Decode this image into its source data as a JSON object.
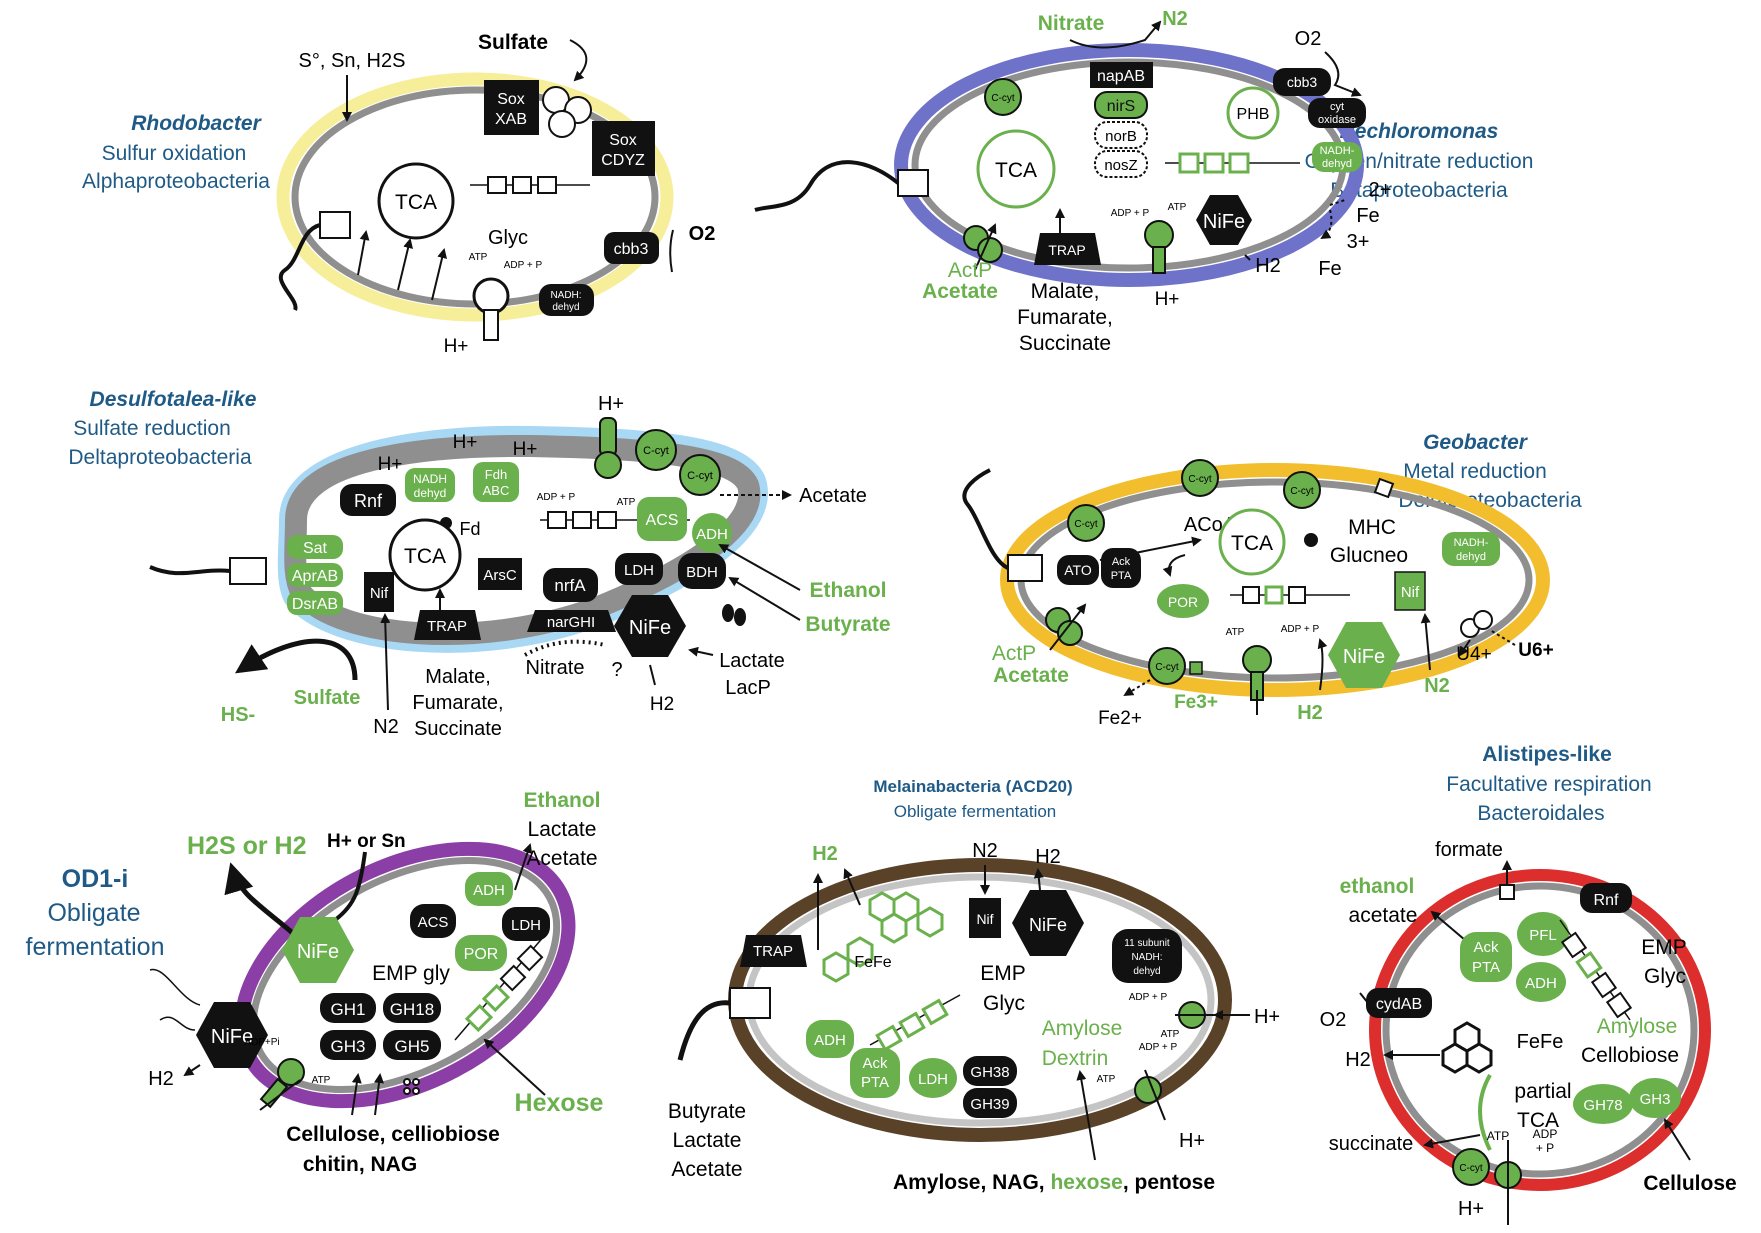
{
  "colors": {
    "title_blue": "#1f5a86",
    "green": "#6ab04c",
    "dark": "#111111",
    "rhodo_outer": "#f7ee9a",
    "dechloro_outer": "#6f72c9",
    "desulfo_outer": "#a9d8f4",
    "geo_outer": "#f3be2e",
    "od1_outer": "#8b3fa6",
    "melaina_outer": "#5a4228",
    "alistipes_outer": "#dd2e2e",
    "inner_gray": "#8f8f8f"
  },
  "panels": {
    "rhodobacter": {
      "name": "Rhodobacter",
      "line1": "Sulfur oxidation",
      "line2": "Alphaproteobacteria",
      "sulfate": "Sulfate",
      "sulfur": "S°, Sn, H2S",
      "sox1a": "Sox",
      "sox1b": "XAB",
      "sox2a": "Sox",
      "sox2b": "CDYZ",
      "tca": "TCA",
      "glyc": "Glyc",
      "cbb3": "cbb3",
      "o2": "O2",
      "nadh1": "NADH:",
      "nadh2": "dehyd",
      "atp": "ATP",
      "adp": "ADP + P",
      "h": "H+"
    },
    "dechloromonas": {
      "name": "Dechloromonas",
      "line1": "Oxygen/nitrate reduction",
      "line2": "Betaproteobacteria",
      "nitrate": "Nitrate",
      "n2": "N2",
      "napab": "napAB",
      "nirs": "nirS",
      "norb": "norB",
      "nosz": "nosZ",
      "ccyt": "C-cyt",
      "phb": "PHB",
      "cbb3": "cbb3",
      "o2": "O2",
      "cyt1": "cyt",
      "cyt2": "oxidase",
      "nadh1": "NADH-",
      "nadh2": "dehyd",
      "tca": "TCA",
      "fe2": "2+",
      "fe_a": "Fe",
      "fe3": "3+",
      "fe_b": "Fe",
      "nife": "NiFe",
      "h2": "H2",
      "trap": "TRAP",
      "adp": "ADP + P",
      "atp": "ATP",
      "actp": "ActP",
      "acetate": "Acetate",
      "malate": "Malate,",
      "fumarate": "Fumarate,",
      "succinate": "Succinate",
      "h": "H+"
    },
    "desulfotalea": {
      "name": "Desulfotalea-like",
      "line1": "Sulfate reduction",
      "line2": "Deltaproteobacteria",
      "h1": "H+",
      "h2": "H+",
      "h3": "H+",
      "hplus": "H+",
      "nadh1": "NADH",
      "nadh2": "dehyd",
      "fdh1": "Fdh",
      "fdh2": "ABC",
      "ccyt": "C-cyt",
      "rnf": "Rnf",
      "fd": "Fd",
      "tca": "TCA",
      "adp": "ADP + P",
      "atp": "ATP",
      "acs": "ACS",
      "adh": "ADH",
      "acetate": "Acetate",
      "sat": "Sat",
      "aprab": "AprAB",
      "dsrab": "DsrAB",
      "nif": "Nif",
      "arsc": "ArsC",
      "nrfa": "nrfA",
      "narghi": "narGHI",
      "ldh": "LDH",
      "bdh": "BDH",
      "ethanol": "Ethanol",
      "butyrate": "Butyrate",
      "nife": "NiFe",
      "trap": "TRAP",
      "nitrate": "Nitrate",
      "q": "?",
      "lactate": "Lactate",
      "lacp": "LacP",
      "hs": "HS-",
      "sulfate": "Sulfate",
      "n2": "N2",
      "malate": "Malate,",
      "fumarate": "Fumarate,",
      "succinate": "Succinate",
      "h2gas": "H2"
    },
    "geobacter": {
      "name": "Geobacter",
      "line1": "Metal reduction",
      "line2": "Deltaproteobacteria",
      "ccyt": "C-cyt",
      "acoa": "ACoA",
      "tca": "TCA",
      "mhc": "MHC",
      "glucneo": "Glucneo",
      "ato": "ATO",
      "ack1": "Ack",
      "ack2": "PTA",
      "por": "POR",
      "nif": "Nif",
      "nadh1": "NADH-",
      "nadh2": "dehyd",
      "atp": "ATP",
      "adp": "ADP + P",
      "nife": "NiFe",
      "actp": "ActP",
      "acetate": "Acetate",
      "fe2": "Fe2+",
      "fe3": "Fe3+",
      "h2": "H2",
      "n2": "N2",
      "u4": "U4+",
      "u6": "U6+"
    },
    "od1": {
      "name": "OD1-i",
      "line1": "Obligate",
      "line2": "fermentation",
      "h2s": "H2S or H2",
      "hsn": "H+ or Sn",
      "ethanol": "Ethanol",
      "lactate": "Lactate",
      "acetate": "Acetate",
      "acs": "ACS",
      "adh": "ADH",
      "ldh": "LDH",
      "por": "POR",
      "nife": "NiFe",
      "emp": "EMP gly",
      "gh1": "GH1",
      "gh18": "GH18",
      "gh3": "GH3",
      "gh5": "GH5",
      "adppi": "ADP+Pi",
      "atp": "ATP",
      "h2": "H2",
      "hexose": "Hexose",
      "sub1": "Cellulose, celliobiose",
      "sub2": "chitin, NAG"
    },
    "melainabacteria": {
      "name": "Melainabacteria (ACD20)",
      "line1": "Obligate fermentation",
      "h2a": "H2",
      "n2": "N2",
      "h2b": "H2",
      "nif": "Nif",
      "nife": "NiFe",
      "fefe": "FeFe",
      "trap": "TRAP",
      "emp": "EMP",
      "glyc": "Glyc",
      "sub1": "11 subunit",
      "sub2": "NADH:",
      "sub3": "dehyd",
      "adp": "ADP + P",
      "h": "H+",
      "atp": "ATP",
      "adh": "ADH",
      "ack1": "Ack",
      "ack2": "PTA",
      "ldh": "LDH",
      "gh38": "GH38",
      "gh39": "GH39",
      "amylose": "Amylose",
      "dextrin": "Dextrin",
      "butyrate": "Butyrate",
      "lactate": "Lactate",
      "acetate": "Acetate",
      "bottom_a": "Amylose, NAG, ",
      "bottom_b": "hexose",
      "bottom_c": ", pentose",
      "h2c": "H+"
    },
    "alistipes": {
      "name": "Alistipes-like",
      "line1": "Facultative respiration",
      "line2": "Bacteroidales",
      "formate": "formate",
      "ethanol": "ethanol",
      "acetate": "acetate",
      "rnf": "Rnf",
      "pfl": "PFL",
      "ack1": "Ack",
      "ack2": "PTA",
      "adh": "ADH",
      "emp": "EMP",
      "glyc": "Glyc",
      "cydab": "cydAB",
      "o2": "O2",
      "h2": "H2",
      "fefe": "FeFe",
      "amylose": "Amylose",
      "cellobiose": "Cellobiose",
      "partial": "partial",
      "tca": "TCA",
      "gh78": "GH78",
      "gh3": "GH3",
      "succinate": "succinate",
      "ccyt": "C-cyt",
      "atp": "ATP",
      "adp1": "ADP",
      "adp2": "+ P",
      "h": "H+",
      "cellulose": "Cellulose"
    }
  }
}
